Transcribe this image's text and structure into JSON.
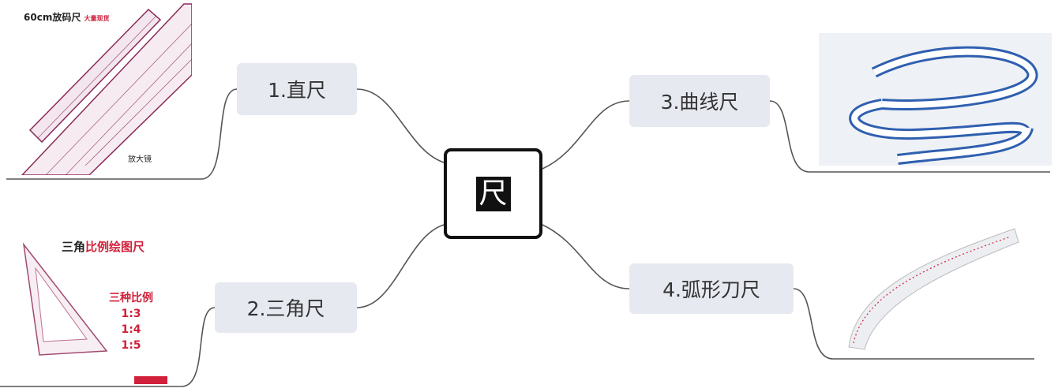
{
  "center": {
    "label": "尺"
  },
  "branches": [
    {
      "label": "1.直尺"
    },
    {
      "label": "2.三角尺"
    },
    {
      "label": "3.曲线尺"
    },
    {
      "label": "4.弧形刀尺"
    }
  ],
  "images": {
    "straight": {
      "title": "60cm放码尺",
      "tag": "大量现货",
      "callout": "放大镜"
    },
    "triangle": {
      "title_black": "三角",
      "title_red": "比例绘图尺",
      "subtitle": "三种比例",
      "ratios": [
        "1:3",
        "1:4",
        "1:5"
      ]
    }
  },
  "colors": {
    "node_bg": "#e7e9f1",
    "line": "#555555",
    "ruler": "#8a2a5a",
    "accent_red": "#d0203a",
    "curve_blue": "#2f5fb0"
  }
}
